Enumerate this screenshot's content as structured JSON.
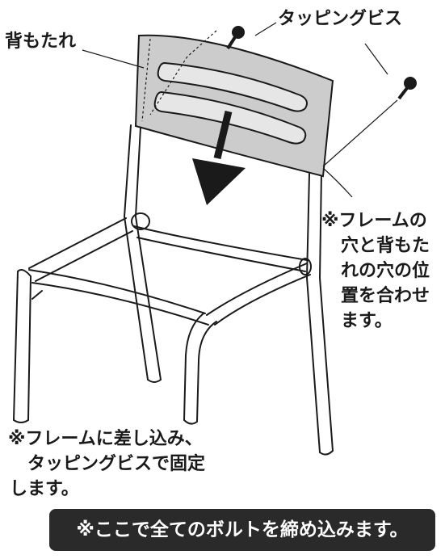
{
  "labels": {
    "backrest": "背もたれ",
    "tapping_screws": "タッピングビス"
  },
  "notes": {
    "align_holes": [
      "※フレームの",
      "穴と背もた",
      "れの穴の位",
      "置を合わせ",
      "ます。"
    ],
    "insert_fix": [
      "※フレームに差し込み、",
      "タッピングビスで固定",
      "します。"
    ]
  },
  "banner": {
    "text": "※ここで全てのボルトを締め込みます。"
  },
  "colors": {
    "backrest_fill": "#cccccc",
    "line": "#1a1a1a",
    "banner_bg": "#2a2a2a",
    "banner_text": "#ffffff"
  },
  "icons": {
    "arrow": "down-arrow-icon",
    "screw": "screw-icon"
  }
}
